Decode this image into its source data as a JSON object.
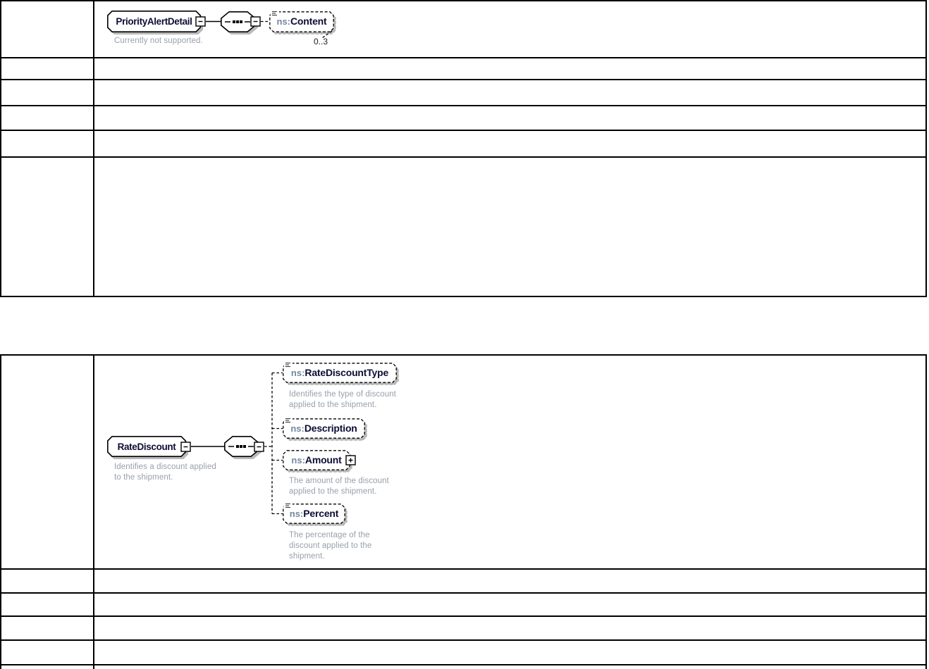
{
  "diagram1": {
    "root_label": "PriorityAlertDetail",
    "root_annotation": "Currently not supported.",
    "child_prefix": "ns:",
    "child_name": "Content",
    "child_cardinality": "0..3"
  },
  "diagram2": {
    "root_label": "RateDiscount",
    "root_annotation": "Identifies a discount applied\nto the shipment.",
    "children": [
      {
        "prefix": "ns:",
        "name": "RateDiscountType",
        "annotation": "Identifies the type of discount\napplied to the shipment."
      },
      {
        "prefix": "ns:",
        "name": "Description",
        "annotation": ""
      },
      {
        "prefix": "ns:",
        "name": "Amount",
        "annotation": "The amount of the discount\napplied to the shipment."
      },
      {
        "prefix": "ns:",
        "name": "Percent",
        "annotation": "The percentage of the\ndiscount applied to the\nshipment."
      }
    ]
  },
  "colors": {
    "element_name": "#0d0d35",
    "ns_prefix": "#76879c",
    "annotation_text": "#98a0ab",
    "table_border": "#000000",
    "box_shadow": "#b9b9b9"
  }
}
